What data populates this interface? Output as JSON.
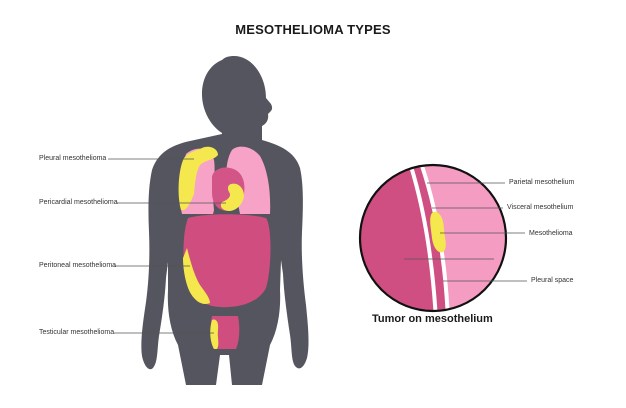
{
  "title": "MESOTHELIOMA TYPES",
  "colors": {
    "body": "#55555f",
    "lung": "#f7a3c7",
    "heart": "#d35486",
    "abdomen": "#cf4d7f",
    "tumor": "#f5e84e",
    "line": "#555555",
    "circle_outer": "#d04f82",
    "circle_inner": "#f59cc2",
    "pleura": "#ffffff"
  },
  "body_labels": {
    "pleural": "Pleural mesothelioma",
    "pericardial": "Pericardial mesothelioma",
    "peritoneal": "Peritoneal mesothelioma",
    "testicular": "Testicular mesothelioma"
  },
  "zoom_labels": {
    "parietal": "Parietal mesothelium",
    "visceral": "Visceral mesothelium",
    "mesothelioma": "Mesothelioma",
    "pleural_space": "Pleural space"
  },
  "zoom_caption": "Tumor on mesothelium"
}
